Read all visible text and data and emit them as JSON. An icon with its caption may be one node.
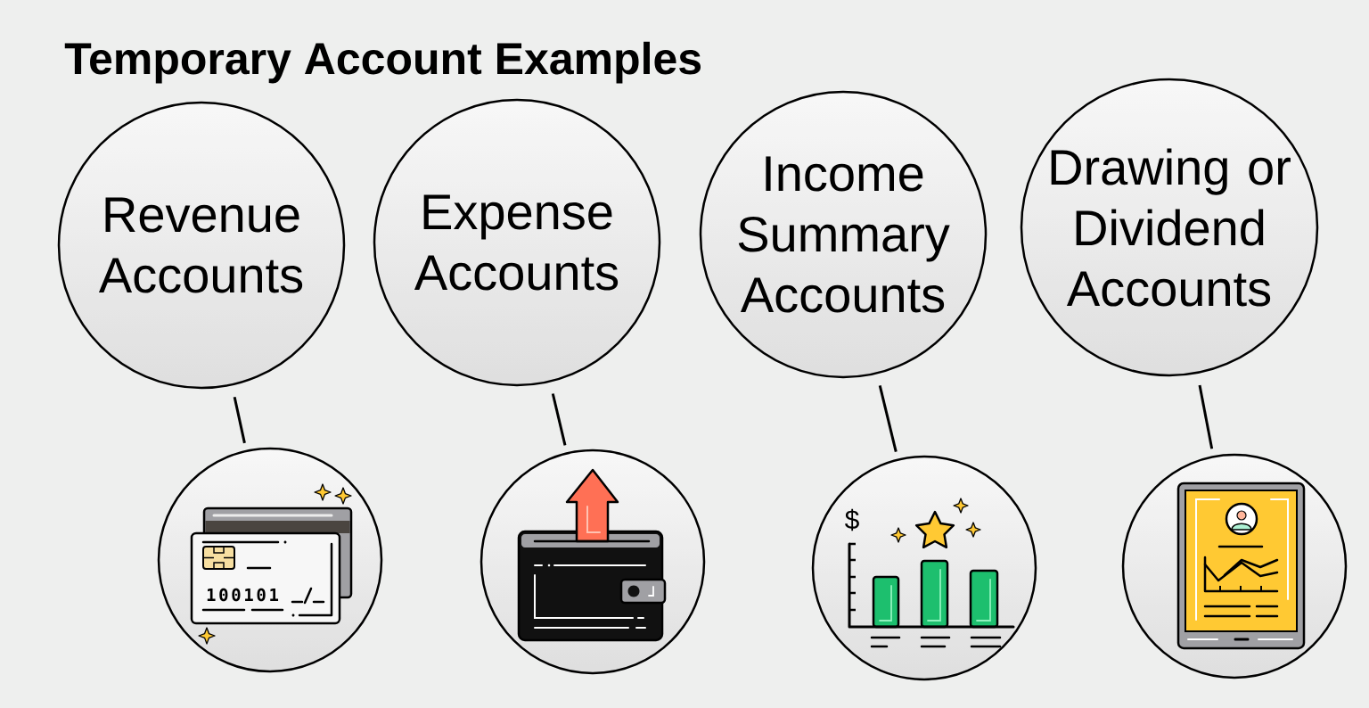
{
  "diagram": {
    "title": "Temporary Account Examples",
    "nodes": [
      {
        "text": [
          "Revenue Accounts"
        ]
      },
      {
        "text": [
          "Expense Accounts"
        ]
      },
      {
        "text": [
          "Income Summary Accounts"
        ]
      },
      {
        "text": [
          "Drawing or Dividend Accounts"
        ]
      },
      {
        "text": [],
        "shape": "picture"
      },
      {
        "text": [],
        "shape": "picture"
      },
      {
        "text": [],
        "shape": "picture"
      },
      {
        "text": [],
        "shape": "picture"
      }
    ],
    "edges": [
      {
        "from": 0,
        "to": 4,
        "arrow": "none"
      },
      {
        "from": 1,
        "to": 5,
        "arrow": "none"
      },
      {
        "from": 2,
        "to": 6,
        "arrow": "none"
      },
      {
        "from": 3,
        "to": 7,
        "arrow": "none"
      }
    ],
    "labels": [
      "100101",
      "$"
    ]
  }
}
